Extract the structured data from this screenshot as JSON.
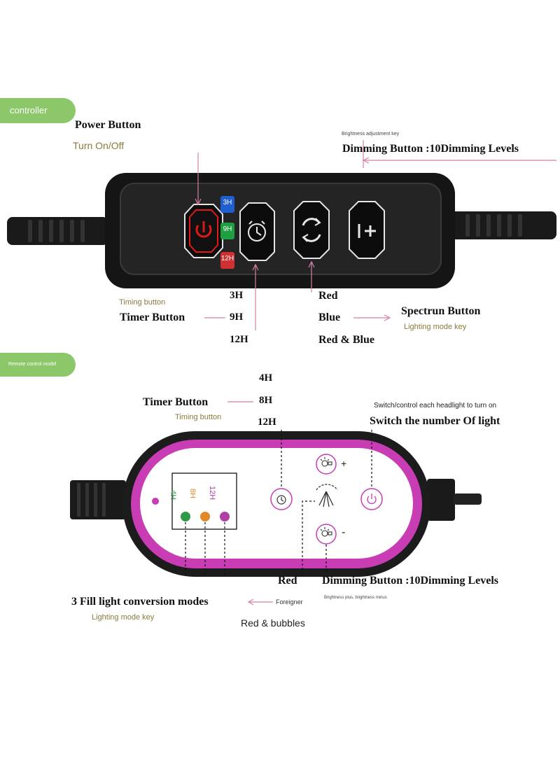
{
  "sections": {
    "controller": {
      "pill": "controller",
      "power_title": "Power Button",
      "power_sub": "Turn On/Off",
      "brightness_key": "Brightness adjustment key",
      "dimming_title": "Dimming Button :10Dimming Levels",
      "badge_3h": "3H",
      "badge_9h": "9H",
      "badge_12h": "12H",
      "timing_button": "Timing button",
      "timer_title": "Timer Button",
      "times": [
        "3H",
        "9H",
        "12H"
      ],
      "colors": [
        "Red",
        "Blue",
        "Red & Blue"
      ],
      "spectrum_title": "Spectrun Button",
      "lighting_mode_key": "Lighting mode key"
    },
    "remote": {
      "pill": "Remote control model",
      "times": [
        "4H",
        "8H",
        "12H"
      ],
      "timer_title": "Timer Button",
      "timing_button": "Timing button",
      "switch_sub": "Switch/control each headlight to turn on",
      "switch_title": "Switch  the number Of light",
      "panel_labels": [
        "4H",
        "8H",
        "12H"
      ],
      "plus": "+",
      "minus": "-",
      "red_label": "Red",
      "dimming_title": "Dimming Button :10Dimming Levels",
      "brightness_plus_minus": "Brightness plus, brightness minus",
      "fill_modes_title": "3 Fill light conversion modes",
      "foreigner": "Foreigner",
      "lighting_mode_key": "Lighting mode key",
      "red_bubbles": "Red & bubbles"
    }
  },
  "colors": {
    "pill_green": "#8cc86a",
    "badge_blue": "#1f5fd0",
    "badge_green": "#1fa040",
    "badge_red": "#d03030",
    "power_red": "#e01818",
    "remote_pink": "#c83cb4",
    "dot_green": "#2e9a46",
    "dot_orange": "#e0882a",
    "dot_purple": "#b040a8"
  }
}
